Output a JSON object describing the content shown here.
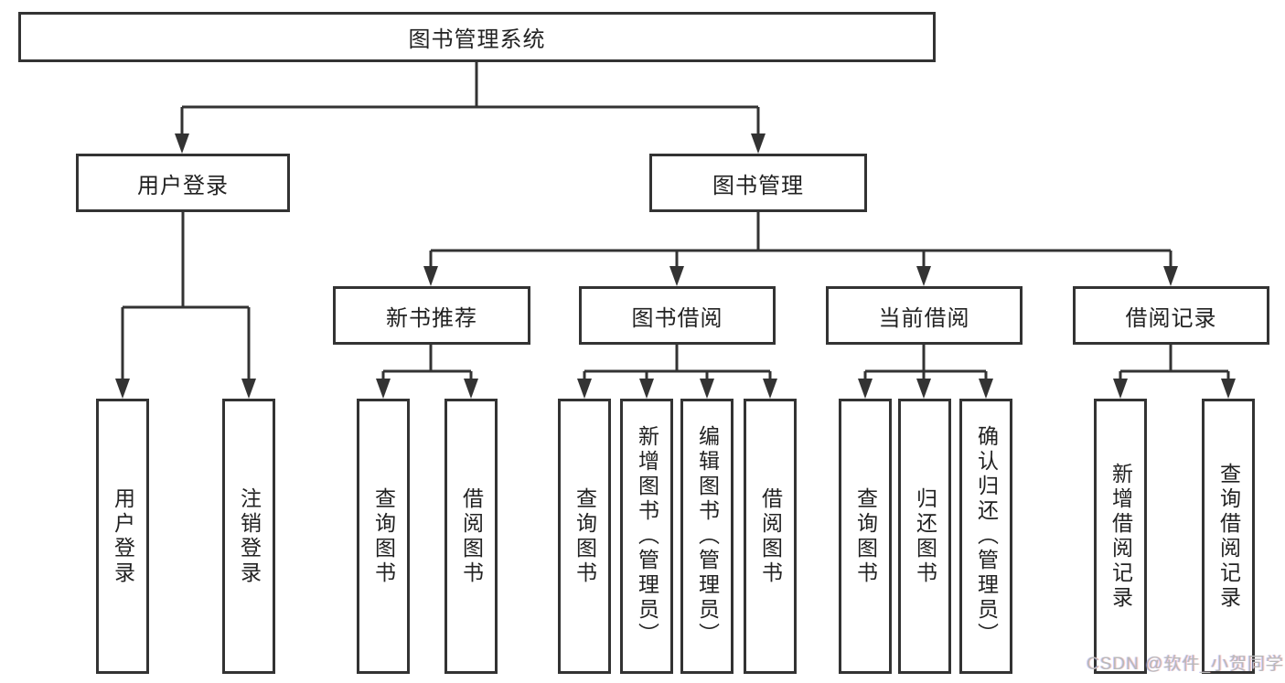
{
  "diagram": {
    "root": {
      "label": "图书管理系统"
    },
    "branches": [
      {
        "label": "用户登录",
        "children": [
          {
            "label": "用户登录"
          },
          {
            "label": "注销登录"
          }
        ]
      },
      {
        "label": "图书管理",
        "children": [
          {
            "label": "新书推荐",
            "children": [
              {
                "label": "查询图书"
              },
              {
                "label": "借阅图书"
              }
            ]
          },
          {
            "label": "图书借阅",
            "children": [
              {
                "label": "查询图书"
              },
              {
                "label": "新增图书（管理员）"
              },
              {
                "label": "编辑图书（管理员）"
              },
              {
                "label": "借阅图书"
              }
            ]
          },
          {
            "label": "当前借阅",
            "children": [
              {
                "label": "查询图书"
              },
              {
                "label": "归还图书"
              },
              {
                "label": "确认归还（管理员）"
              }
            ]
          },
          {
            "label": "借阅记录",
            "children": [
              {
                "label": "新增借阅记录"
              },
              {
                "label": "查询借阅记录"
              }
            ]
          }
        ]
      }
    ]
  },
  "watermark": {
    "text": "CSDN @软件_小贺同学"
  },
  "colors": {
    "line": "#333333",
    "box_background": "#ffffff",
    "text": "#222222",
    "watermark": "#b9b9b9"
  }
}
